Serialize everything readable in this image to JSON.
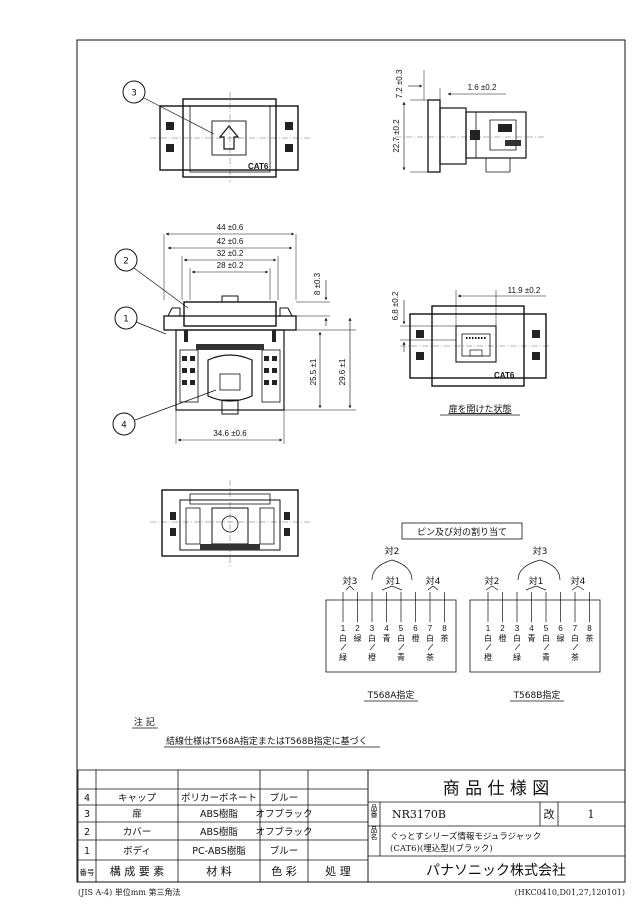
{
  "callouts": [
    "3",
    "2",
    "1",
    "4"
  ],
  "cat6_label": "CAT6",
  "dims": {
    "top_h": "7.2 ±0.3",
    "side_w": "1.6 ±0.2",
    "side_h": "22.7 ±0.2",
    "w44": "44 ±0.6",
    "w42": "42 ±0.6",
    "w32": "32 ±0.2",
    "w28": "28 ±0.2",
    "h8": "8 ±0.3",
    "h255": "25.5 ±1",
    "h296": "29.6 ±1",
    "w346": "34.6 ±0.6",
    "h68": "6.8 ±0.2",
    "w119": "11.9 ±0.2"
  },
  "open_caption": "扉を開けた状態",
  "pin_title": "ピン及び対の割り当て",
  "t568a": {
    "top_pair": "対2",
    "pairs": [
      "対3",
      "対1",
      "対4"
    ],
    "pins": [
      "1",
      "2",
      "3",
      "4",
      "5",
      "6",
      "7",
      "8"
    ],
    "colors_top": [
      "白",
      "緑",
      "白",
      "青",
      "白",
      "橙",
      "白",
      "茶"
    ],
    "colors_bot": [
      "緑",
      "橙",
      "青",
      "茶"
    ],
    "caption": "T568A指定"
  },
  "t568b": {
    "top_pair": "対3",
    "pairs": [
      "対2",
      "対1",
      "対4"
    ],
    "pins": [
      "1",
      "2",
      "3",
      "4",
      "5",
      "6",
      "7",
      "8"
    ],
    "colors_top": [
      "白",
      "橙",
      "白",
      "青",
      "白",
      "緑",
      "白",
      "茶"
    ],
    "colors_bot": [
      "橙",
      "緑",
      "青",
      "茶"
    ],
    "caption": "T568B指定"
  },
  "note": {
    "title": "注 記",
    "text": "結線仕様はT568A指定またはT568B指定に基づく"
  },
  "parts": {
    "rows": [
      {
        "no": "4",
        "name": "キャップ",
        "material": "ポリカーボネート",
        "color": "ブルー"
      },
      {
        "no": "3",
        "name": "扉",
        "material": "ABS樹脂",
        "color": "オフブラック"
      },
      {
        "no": "2",
        "name": "カバー",
        "material": "ABS樹脂",
        "color": "オフブラック"
      },
      {
        "no": "1",
        "name": "ボディ",
        "material": "PC-ABS樹脂",
        "color": "ブルー"
      }
    ],
    "header": {
      "no": "番号",
      "name": "構 成 要 素",
      "material": "材 料",
      "color": "色 彩",
      "treatment": "処 理"
    }
  },
  "title_block": {
    "title": "商 品 仕 様 図",
    "hinban_label": "品番",
    "hinban": "NR3170B",
    "rev_label": "改",
    "rev": "1",
    "hinmei_label": "品名",
    "name_line1": "ぐっとすシリーズ情報モジュラジャック",
    "name_line2": "(CAT6)(埋込型)(ブラック)",
    "company": "パナソニック株式会社"
  },
  "footer": {
    "left": "(JIS A-4) 単位mm 第三角法",
    "right": "(HKC0410,D01,27,120101)"
  }
}
